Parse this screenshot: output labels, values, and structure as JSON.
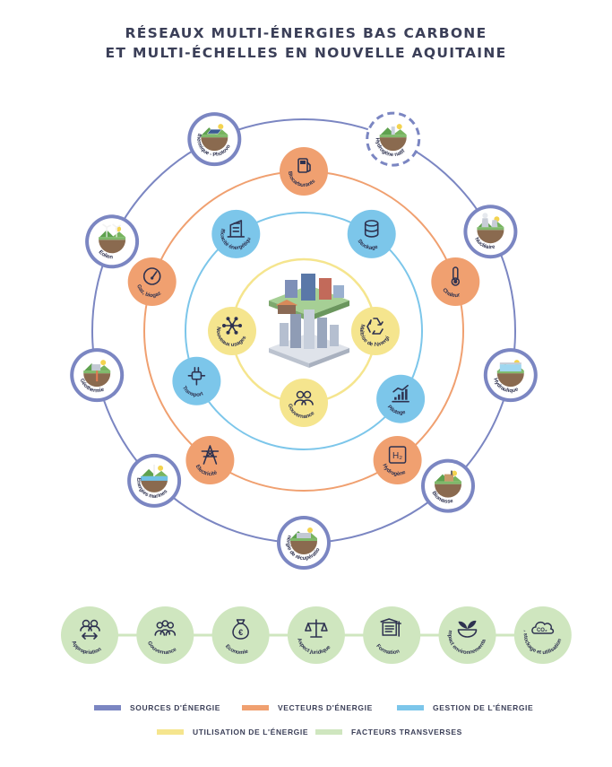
{
  "title": {
    "line1": "RÉSEAUX MULTI-ÉNERGIES BAS CARBONE",
    "line2": "ET MULTI-ÉCHELLES  EN NOUVELLE AQUITAINE"
  },
  "colors": {
    "sources": "#7b86c2",
    "vecteurs": "#f0a070",
    "gestion": "#7cc6ea",
    "utilisation": "#f5e58e",
    "transverses": "#cfe6bf"
  },
  "sources": [
    {
      "label": "Solaire thermique - Photovoltaïque",
      "icon": "solar-panel-icon"
    },
    {
      "label": "Hydrogène natif",
      "icon": "hydrogen-well-icon"
    },
    {
      "label": "Nucléaire",
      "icon": "nuclear-plant-icon"
    },
    {
      "label": "Hydraulique",
      "icon": "dam-icon"
    },
    {
      "label": "Biomasse",
      "icon": "biomass-icon"
    },
    {
      "label": "Energie de récupération",
      "icon": "heat-recovery-icon"
    },
    {
      "label": "Energies marines",
      "icon": "marine-energy-icon"
    },
    {
      "label": "Géothermie",
      "icon": "geothermal-icon"
    },
    {
      "label": "Eolien",
      "icon": "wind-turbine-icon"
    }
  ],
  "vecteurs": [
    {
      "label": "Biocarburants",
      "icon": "fuel-pump-icon"
    },
    {
      "label": "Chaleur",
      "icon": "thermometer-icon"
    },
    {
      "label": "Hydrogène",
      "icon": "h2-icon",
      "symbol": "H₂"
    },
    {
      "label": "Electricité",
      "icon": "pylon-icon"
    },
    {
      "label": "Gaz, biogaz",
      "icon": "gauge-icon"
    }
  ],
  "gestion": [
    {
      "label": "Stockage",
      "icon": "storage-icon"
    },
    {
      "label": "Pilotage",
      "icon": "bar-chart-icon"
    },
    {
      "label": "Transport",
      "icon": "plug-icon"
    },
    {
      "label": "Efficacité énergétique",
      "icon": "building-efficiency-icon"
    }
  ],
  "utilisation": [
    {
      "label": "Maîtrise de l'énergie",
      "icon": "recycle-icon"
    },
    {
      "label": "Gouvernance",
      "icon": "people-icon"
    },
    {
      "label": "Nouveaux usages",
      "icon": "network-icon"
    }
  ],
  "transverses": [
    {
      "label": "Appropriation",
      "icon": "appropriation-icon"
    },
    {
      "label": "Gouvernance",
      "icon": "governance-icon"
    },
    {
      "label": "Economie",
      "icon": "euro-bag-icon"
    },
    {
      "label": "Aspect juridique",
      "icon": "scales-icon"
    },
    {
      "label": "Formation",
      "icon": "training-icon"
    },
    {
      "label": "Impact environnemental",
      "icon": "plant-bowl-icon"
    },
    {
      "label": "Captage, stockage et utilisation du CO2",
      "icon": "co2-cloud-icon",
      "symbol": "CO₂"
    }
  ],
  "legend": [
    {
      "label": "SOURCES D'ÉNERGIE",
      "key": "sources"
    },
    {
      "label": "VECTEURS D'ÉNERGIE",
      "key": "vecteurs"
    },
    {
      "label": "GESTION DE L'ÉNERGIE",
      "key": "gestion"
    },
    {
      "label": "UTILISATION DE L'ÉNERGIE",
      "key": "utilisation"
    },
    {
      "label": "FACTEURS TRANSVERSES",
      "key": "transverses"
    }
  ]
}
